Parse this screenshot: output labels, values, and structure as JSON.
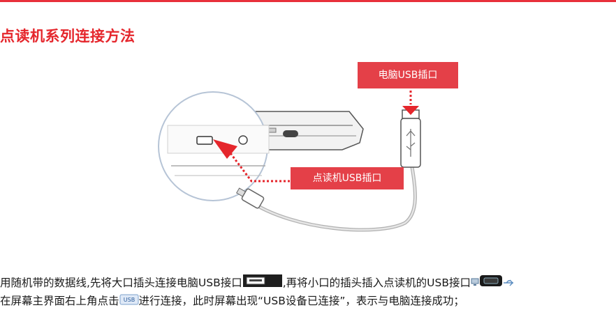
{
  "page": {
    "section_title": "点读机系列连接方法"
  },
  "diagram": {
    "pc_port_label": "电脑USB插口",
    "reader_port_label": "点读机USB插口"
  },
  "instructions": {
    "part1": "用随机带的数据线,先将大口插头连接电脑USB接口",
    "part2": ",再将小口的插头插入点读机的USB接口",
    "part3": "在屏幕主界面右上角点击",
    "part4": "进行连接，此时屏幕出现“USB设备已连接”，表示与电脑连接成功；"
  }
}
